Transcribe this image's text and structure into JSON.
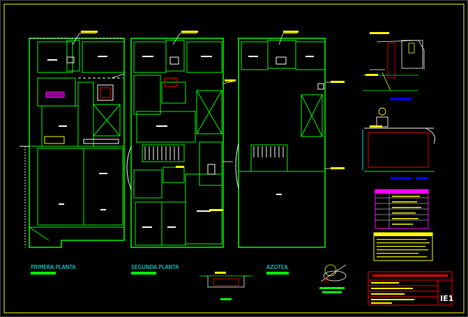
{
  "drawing": {
    "floor_labels": {
      "first": "PRIMERA PLANTA",
      "second": "SEGUNDA  PLANTA",
      "roof": "AZOTEA"
    },
    "sheet_code": "IE1",
    "colors": {
      "background": "#000000",
      "frame": "#ffff00",
      "walls": "#00ff00",
      "detail_lines": "#ffffff",
      "highlight": "#ff0000",
      "annotation": "#00ffff",
      "legend_box": "#ff00ff",
      "label_bar": "#00ff00",
      "plan_label": "#00ffff"
    }
  }
}
